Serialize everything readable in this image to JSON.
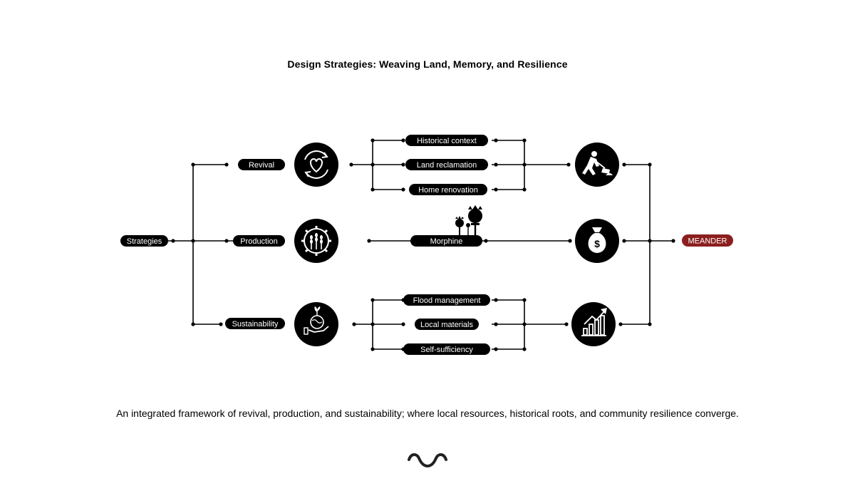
{
  "title": "Design Strategies: Weaving Land, Memory, and Resilience",
  "caption": "An integrated framework of revival, production, and sustainability; where local resources, historical roots, and community resilience converge.",
  "nodes": {
    "root": "Strategies",
    "branches": [
      "Revival",
      "Production",
      "Sustainability"
    ],
    "revival_items": [
      "Historical context",
      "Land reclamation",
      "Home renovation"
    ],
    "production_item": "Morphine",
    "sustainability_items": [
      "Flood management",
      "Local materials",
      "Self-sufficiency"
    ],
    "outcome": "MEANDER"
  },
  "icons": {
    "revival": "heart-cycle-icon",
    "production": "wheat-gear-icon",
    "sustainability": "hand-globe-sprout-icon",
    "revival_outcome": "worker-shovel-icon",
    "production_outcome": "money-bag-icon",
    "sustainability_outcome": "growth-chart-icon",
    "poppy": "poppy-pods-icon",
    "brand": "meander-wave-logo-icon"
  },
  "colors": {
    "ink": "#000000",
    "accent": "#8b1e1e",
    "background": "#ffffff"
  }
}
